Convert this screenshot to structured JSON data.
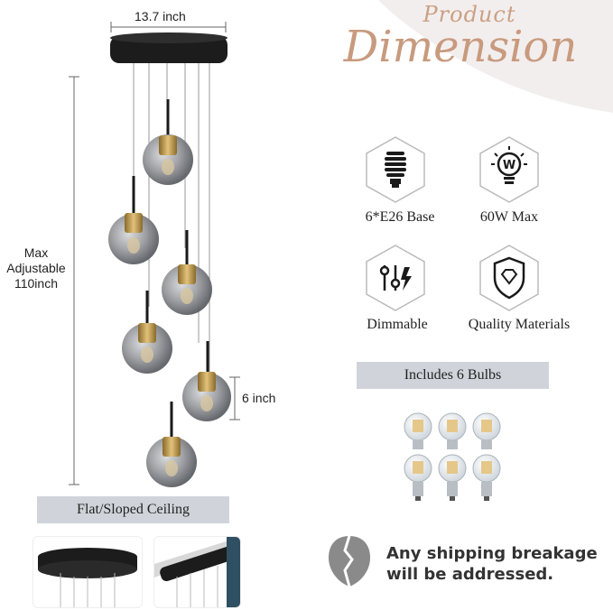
{
  "header": {
    "title_small": "Product",
    "title_big": "Dimension"
  },
  "dimensions": {
    "width": "13.7 inch",
    "max_height_line1": "Max",
    "max_height_line2": "Adjustable",
    "max_height_line3": "110inch",
    "globe": "6 inch"
  },
  "features": [
    {
      "icon": "bulb-base-icon",
      "label": "6*E26 Base"
    },
    {
      "icon": "wattage-icon",
      "label": "60W Max"
    },
    {
      "icon": "dimmer-icon",
      "label": "Dimmable"
    },
    {
      "icon": "quality-shield-icon",
      "label": "Quality Materials"
    }
  ],
  "bulbs_banner": "Includes 6 Bulbs",
  "ceiling_banner": "Flat/Sloped Ceiling",
  "notice": {
    "line1": "Any shipping breakage",
    "line2": "will be addressed."
  },
  "colors": {
    "accent": "#c89a7e",
    "pill": "#d0d4da",
    "fixture": "#1c1c1c",
    "brass": "#c8a04a",
    "globe": "#8d8f94"
  }
}
